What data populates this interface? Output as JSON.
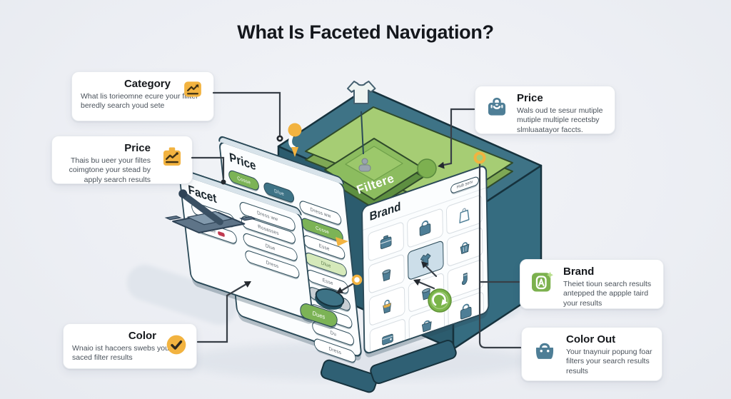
{
  "title": "What Is Faceted Navigation?",
  "callouts": {
    "category": {
      "title": "Category",
      "body": "What lis torieomne ecure your fillter beredly search youd sete",
      "icon": "category",
      "accent": "#F2B340"
    },
    "price_left": {
      "title": "Price",
      "body": "Thais bu ueer your filtes coimgtone your stead by apply search results",
      "icon": "price-tag",
      "accent": "#F2B340"
    },
    "color": {
      "title": "Color",
      "body": "Wnaio ist hacoers swebs your saced filter results",
      "icon": "check-circle",
      "accent": "#F2B340"
    },
    "price_right": {
      "title": "Price",
      "body": "Wals oud te sesur mutiple mutiple multiple recetsby slmluaatayor faccts.",
      "icon": "suitcase",
      "accent": "#44758D"
    },
    "brand": {
      "title": "Brand",
      "body": "Theiet tioun search results antepped the appple taird your results",
      "icon": "brand",
      "accent": "#7CB14E"
    },
    "color_out": {
      "title": "Color Out",
      "body": "Your tnaynuir popung foar filters your search results results",
      "icon": "handbag-big",
      "accent": "#44758D"
    }
  },
  "illustration": {
    "cube_label": "Filtere",
    "panels": {
      "price": {
        "title": "Price",
        "col1": [
          {
            "label": "Cosse",
            "variant": "green"
          },
          {
            "label": "Dress",
            "variant": "white"
          },
          {
            "label": "Dlue",
            "variant": "white"
          }
        ],
        "col2": [
          {
            "label": "Dlue",
            "variant": "teal"
          },
          {
            "label": "Dlue",
            "variant": "white"
          },
          {
            "label": "Esse",
            "variant": "white"
          }
        ],
        "col3": [
          {
            "label": "Dress ww",
            "variant": "white"
          },
          {
            "label": "Cosse",
            "variant": "green"
          },
          {
            "label": "Esse",
            "variant": "white"
          },
          {
            "label": "Dlue",
            "variant": "light"
          },
          {
            "label": "Esse",
            "variant": "white"
          },
          {
            "label": "Nase Esse",
            "variant": "gray"
          },
          {
            "label": "Dress",
            "variant": "white"
          },
          {
            "label": "Du",
            "variant": "white"
          },
          {
            "label": "Dress",
            "variant": "white"
          }
        ],
        "apply_label": "Dues"
      },
      "facet": {
        "title": "Facet",
        "top_pill": "Dress ww",
        "left": [
          {
            "label": "Dress",
            "variant": "white"
          },
          {
            "label": "Dlue",
            "variant": "white"
          }
        ],
        "right": [
          {
            "label": "Rosasses",
            "variant": "white"
          },
          {
            "label": "Dlue",
            "variant": "white"
          },
          {
            "label": "Dress",
            "variant": "white"
          }
        ]
      },
      "brand": {
        "title": "Brand",
        "badge": "Hub serv",
        "tiles": [
          {
            "icon": "case",
            "state": "normal"
          },
          {
            "icon": "bag",
            "state": "normal"
          },
          {
            "icon": "paperbag",
            "state": "normal"
          },
          {
            "icon": "bucket",
            "state": "normal"
          },
          {
            "icon": "shirt",
            "state": "highlight"
          },
          {
            "icon": "basket",
            "state": "normal"
          },
          {
            "icon": "tote",
            "state": "normal"
          },
          {
            "icon": "bucket",
            "state": "normal"
          },
          {
            "icon": "sock",
            "state": "normal"
          },
          {
            "icon": "wallet",
            "state": "normal"
          },
          {
            "icon": "handbag",
            "state": "normal"
          },
          {
            "icon": "bag",
            "state": "normal"
          }
        ]
      }
    },
    "colors": {
      "cube_top": "#3E7386",
      "cube_left": "#2C5C6E",
      "cube_right": "#356C80",
      "platform": "#A6CD74",
      "slab": "#8CBC5F",
      "accent_yellow": "#F2B340",
      "accent_green": "#7AB449",
      "accent_teal": "#44758D"
    }
  }
}
